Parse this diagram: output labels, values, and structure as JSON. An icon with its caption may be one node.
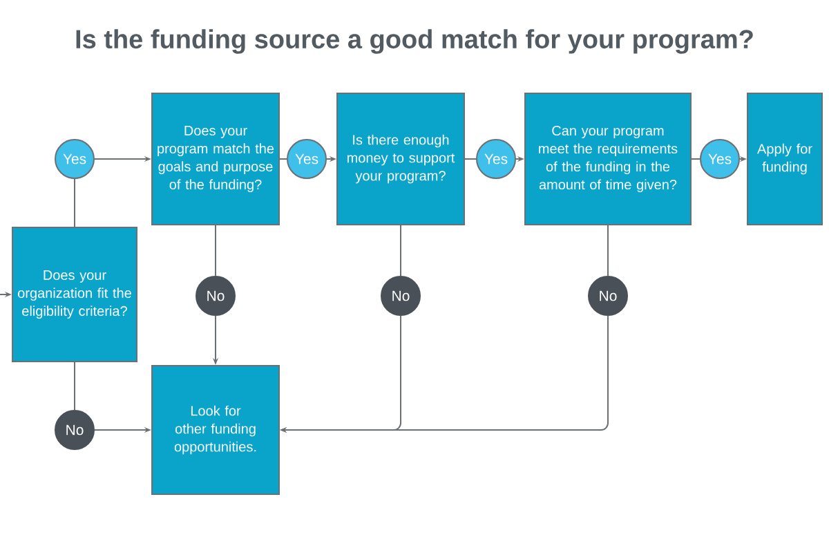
{
  "diagram": {
    "title": "Is the funding source a good match for your program?",
    "nodes": [
      {
        "text": [
          "Does your organization fit the eligibility criteria?"
        ]
      },
      {
        "text": [
          "Yes"
        ]
      },
      {
        "text": [
          "Does your program match the goals and purpose of the funding?"
        ]
      },
      {
        "text": [
          "Yes"
        ]
      },
      {
        "text": [
          "Is there enough money to support your program?"
        ]
      },
      {
        "text": [
          "Yes"
        ]
      },
      {
        "text": [
          "Can your program meet the requirements of the funding in the amount of time given?"
        ]
      },
      {
        "text": [
          "Yes"
        ]
      },
      {
        "text": [
          "Apply for funding"
        ]
      },
      {
        "text": [
          "No"
        ]
      },
      {
        "text": [
          "No"
        ]
      },
      {
        "text": [
          "No"
        ]
      },
      {
        "text": [
          "No"
        ]
      },
      {
        "text": [
          "Look for other funding opportunities."
        ]
      }
    ],
    "edges": [
      {
        "from": null,
        "to": 0,
        "arrow": "to"
      },
      {
        "from": 0,
        "to": 1,
        "arrow": "none"
      },
      {
        "from": 1,
        "to": 2,
        "arrow": "to"
      },
      {
        "from": 2,
        "to": 3,
        "arrow": "none"
      },
      {
        "from": 3,
        "to": 4,
        "arrow": "to"
      },
      {
        "from": 4,
        "to": 5,
        "arrow": "none"
      },
      {
        "from": 5,
        "to": 6,
        "arrow": "to"
      },
      {
        "from": 6,
        "to": 7,
        "arrow": "none"
      },
      {
        "from": 7,
        "to": 8,
        "arrow": "to"
      },
      {
        "from": 2,
        "to": 9,
        "arrow": "none"
      },
      {
        "from": 9,
        "to": 13,
        "arrow": "to"
      },
      {
        "from": 4,
        "to": 10,
        "arrow": "none"
      },
      {
        "from": 10,
        "to": 13,
        "arrow": "to"
      },
      {
        "from": 6,
        "to": 11,
        "arrow": "none"
      },
      {
        "from": 11,
        "to": 13,
        "arrow": "to"
      },
      {
        "from": 0,
        "to": 12,
        "arrow": "none"
      },
      {
        "from": 12,
        "to": 13,
        "arrow": "to"
      }
    ]
  }
}
